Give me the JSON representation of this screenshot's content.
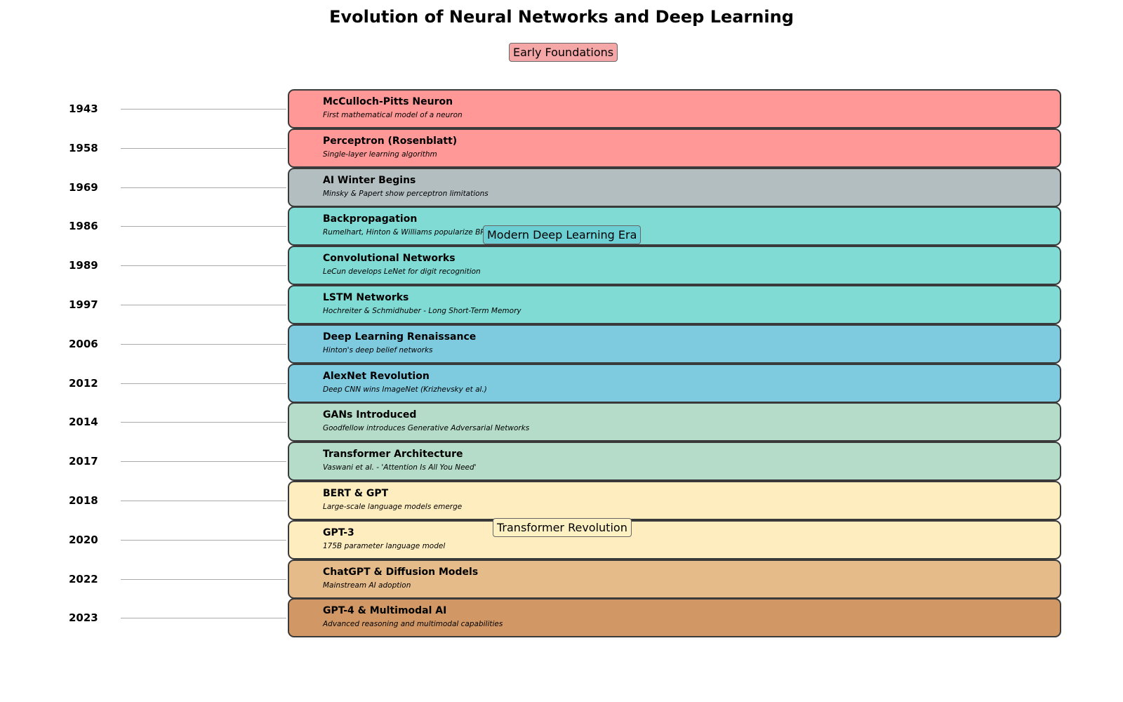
{
  "title": "Evolution of Neural Networks and Deep Learning",
  "eras": [
    {
      "label": "Early Foundations",
      "color": "#f5a6a6"
    },
    {
      "label": "Modern Deep Learning Era",
      "color": "#6bcfd3"
    },
    {
      "label": "Transformer Revolution",
      "color": "#fdf0c2"
    }
  ],
  "events": [
    {
      "year": "1943",
      "title": "McCulloch-Pitts Neuron",
      "description": "First mathematical model of a neuron",
      "color": "#ff9896"
    },
    {
      "year": "1958",
      "title": "Perceptron (Rosenblatt)",
      "description": "Single-layer learning algorithm",
      "color": "#ff9896"
    },
    {
      "year": "1969",
      "title": "AI Winter Begins",
      "description": "Minsky & Papert show perceptron limitations",
      "color": "#b2bec0"
    },
    {
      "year": "1986",
      "title": "Backpropagation",
      "description": "Rumelhart, Hinton & Williams popularize BP",
      "color": "#7fdbd4"
    },
    {
      "year": "1989",
      "title": "Convolutional Networks",
      "description": "LeCun develops LeNet for digit recognition",
      "color": "#7fdbd4"
    },
    {
      "year": "1997",
      "title": "LSTM Networks",
      "description": "Hochreiter & Schmidhuber - Long Short-Term Memory",
      "color": "#7fdbd4"
    },
    {
      "year": "2006",
      "title": "Deep Learning Renaissance",
      "description": "Hinton's deep belief networks",
      "color": "#7ecadf"
    },
    {
      "year": "2012",
      "title": "AlexNet Revolution",
      "description": "Deep CNN wins ImageNet (Krizhevsky et al.)",
      "color": "#7ecadf"
    },
    {
      "year": "2014",
      "title": "GANs Introduced",
      "description": "Goodfellow introduces Generative Adversarial Networks",
      "color": "#b4dcc9"
    },
    {
      "year": "2017",
      "title": "Transformer Architecture",
      "description": "Vaswani et al. - 'Attention Is All You Need'",
      "color": "#b4dcc9"
    },
    {
      "year": "2018",
      "title": "BERT & GPT",
      "description": "Large-scale language models emerge",
      "color": "#feeebf"
    },
    {
      "year": "2020",
      "title": "GPT-3",
      "description": "175B parameter language model",
      "color": "#feeebf"
    },
    {
      "year": "2022",
      "title": "ChatGPT & Diffusion Models",
      "description": "Mainstream AI adoption",
      "color": "#e6bb8a"
    },
    {
      "year": "2023",
      "title": "GPT-4 & Multimodal AI",
      "description": "Advanced reasoning and multimodal capabilities",
      "color": "#d19866"
    }
  ]
}
